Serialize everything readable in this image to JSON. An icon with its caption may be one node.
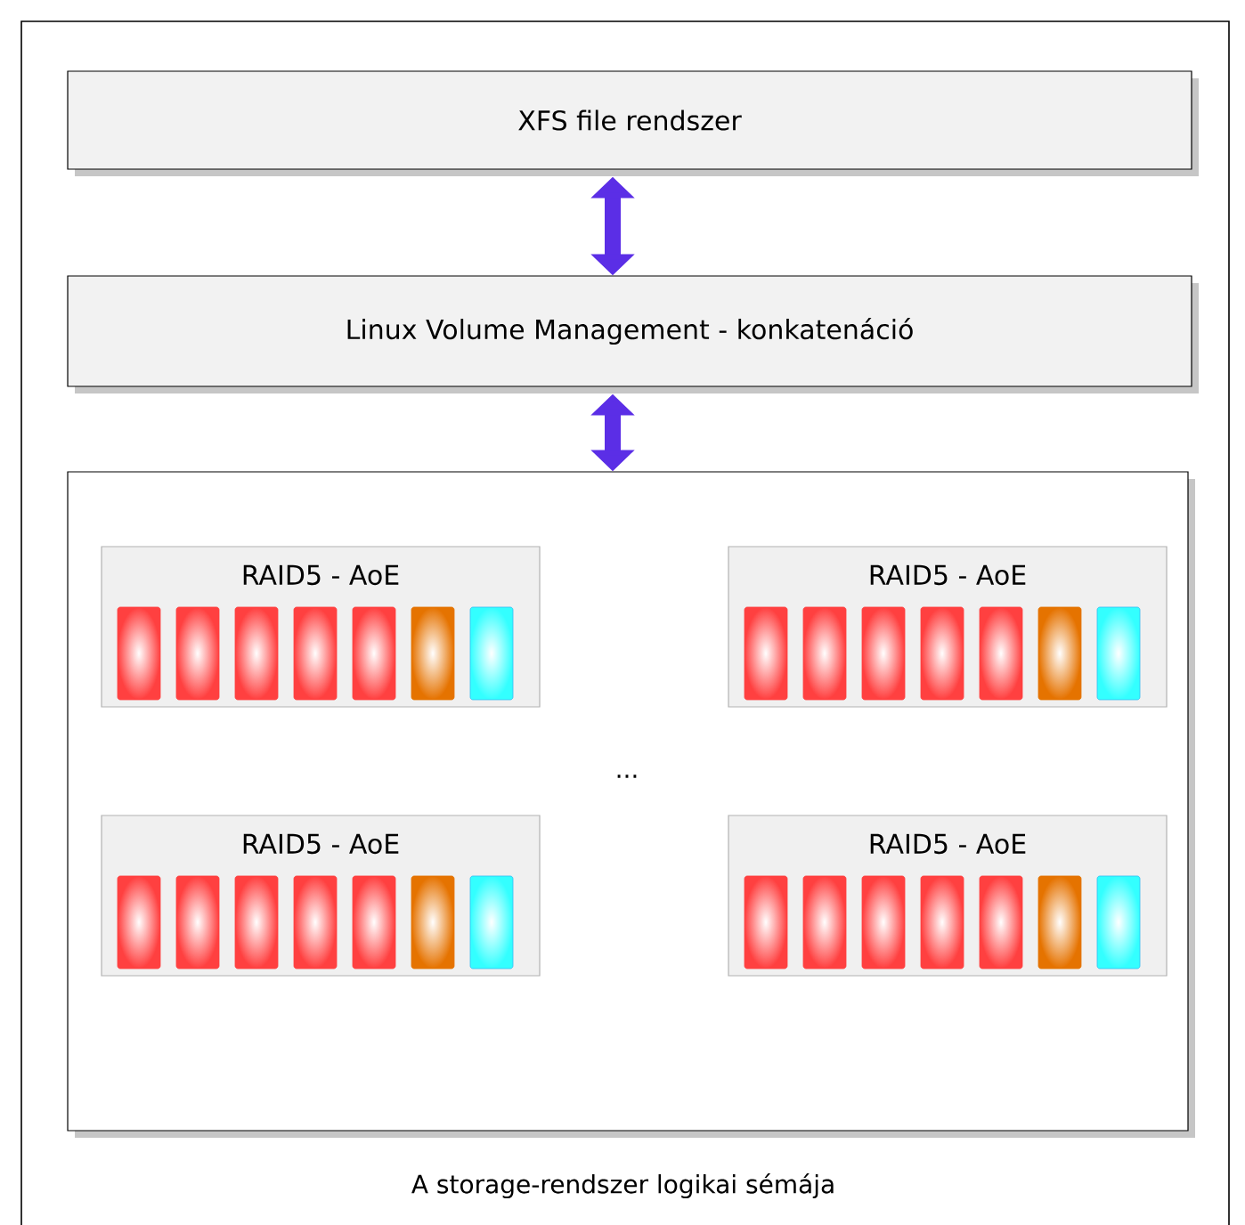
{
  "diagram": {
    "caption": "A storage-rendszer logikai sémája",
    "nodes": [
      {
        "text": [
          "XFS file rendszer"
        ]
      },
      {
        "text": [
          "Linux Volume Management - konkatenáció"
        ]
      },
      {
        "text": [],
        "shape": "box"
      },
      {
        "text": [
          "RAID5 - AoE"
        ],
        "in": 2
      },
      {
        "text": [
          "RAID5 - AoE"
        ],
        "in": 2
      },
      {
        "text": [
          "RAID5 - AoE"
        ],
        "in": 2
      },
      {
        "text": [
          "RAID5 - AoE"
        ],
        "in": 2
      }
    ],
    "edges": [
      {
        "from": 0,
        "to": 1,
        "arrow": "both"
      },
      {
        "from": 1,
        "to": 2,
        "arrow": "both"
      }
    ],
    "labels": [
      "..."
    ]
  }
}
